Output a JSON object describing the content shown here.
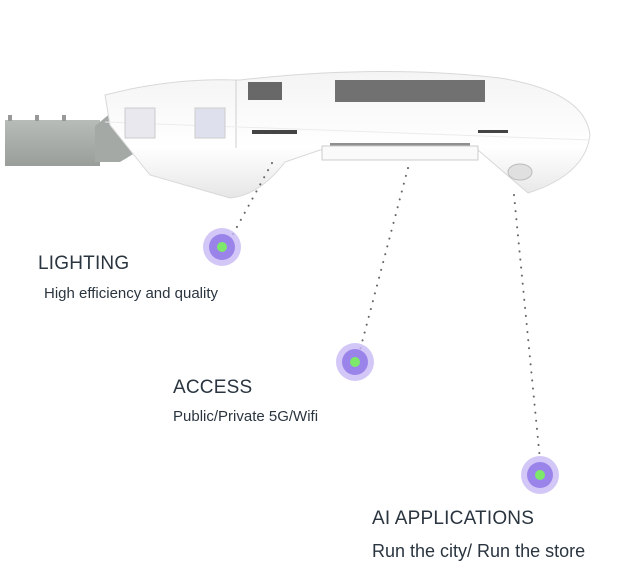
{
  "features": [
    {
      "title": "LIGHTING",
      "subtitle": "High efficiency and quality"
    },
    {
      "title": "ACCESS",
      "subtitle": "Public/Private 5G/Wifi"
    },
    {
      "title": "AI APPLICATIONS",
      "subtitle": "Run the city/ Run the store"
    }
  ],
  "colors": {
    "marker_outer": "#b9a8f2",
    "marker_inner": "#8f78e8",
    "marker_core": "#7de86a",
    "text": "#2a3540"
  }
}
